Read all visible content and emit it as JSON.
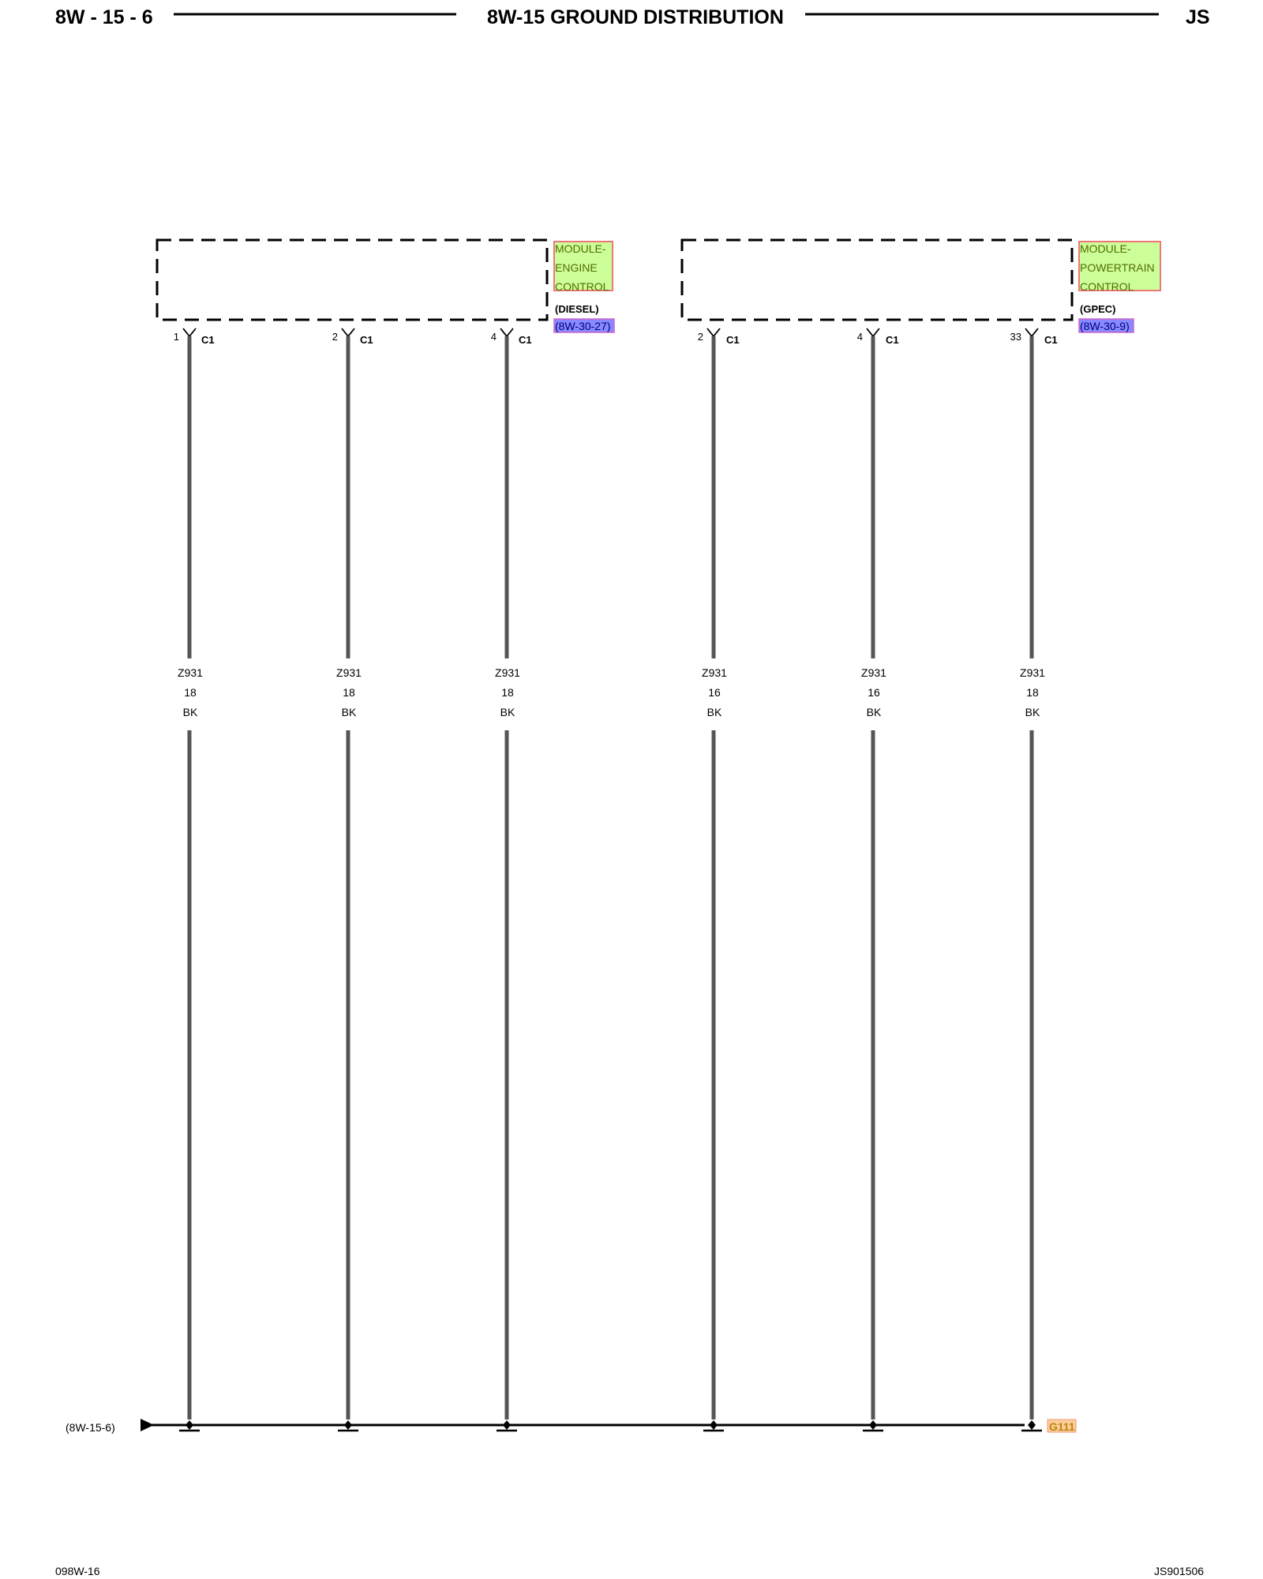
{
  "header": {
    "page_id": "8W - 15 - 6",
    "title": "8W-15 GROUND DISTRIBUTION",
    "model": "JS"
  },
  "footer": {
    "left_code": "098W-16",
    "right_code": "JS901506"
  },
  "modules": [
    {
      "name_lines": [
        "MODULE-",
        "ENGINE",
        "CONTROL"
      ],
      "variant": "(DIESEL)",
      "ref": "(8W-30-27)"
    },
    {
      "name_lines": [
        "MODULE-",
        "POWERTRAIN",
        "CONTROL"
      ],
      "variant": "(GPEC)",
      "ref": "(8W-30-9)"
    }
  ],
  "wires": [
    {
      "pin": "1",
      "connector": "C1",
      "circuit": "Z931",
      "gauge": "18",
      "color": "BK"
    },
    {
      "pin": "2",
      "connector": "C1",
      "circuit": "Z931",
      "gauge": "18",
      "color": "BK"
    },
    {
      "pin": "4",
      "connector": "C1",
      "circuit": "Z931",
      "gauge": "18",
      "color": "BK"
    },
    {
      "pin": "2",
      "connector": "C1",
      "circuit": "Z931",
      "gauge": "16",
      "color": "BK"
    },
    {
      "pin": "4",
      "connector": "C1",
      "circuit": "Z931",
      "gauge": "16",
      "color": "BK"
    },
    {
      "pin": "33",
      "connector": "C1",
      "circuit": "Z931",
      "gauge": "18",
      "color": "BK"
    }
  ],
  "bus": {
    "left_ref": "(8W-15-6)",
    "ground_label": "G111"
  },
  "colors": {
    "module_label_bg": "#ccff99",
    "module_label_border": "#ee7777",
    "module_label_text": "#556b00",
    "ref_bg": "#8888ff",
    "ground_label_bg": "#ffcc99",
    "ground_label_text": "#b8860b",
    "wire": "#555555"
  }
}
